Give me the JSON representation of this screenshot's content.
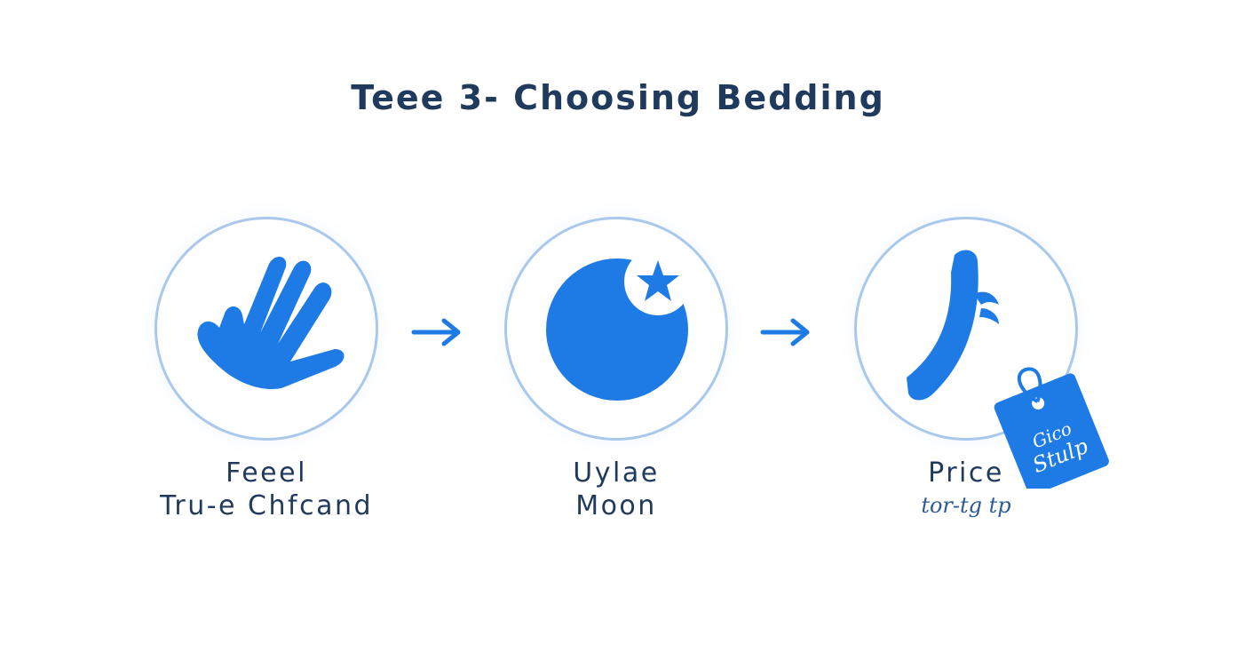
{
  "title": "Teee 3- Choosing Bedding",
  "colors": {
    "title_text": "#1f3a5c",
    "icon_blue": "#1e7be6",
    "circle_border": "#a9c8ec",
    "label_text": "#1f3a5c"
  },
  "steps": [
    {
      "icon": "hand-icon",
      "label_line1": "Feeel",
      "label_line2": "Tru-e Chfcand"
    },
    {
      "icon": "moon-star-icon",
      "label_line1": "Uylae",
      "label_line2": "Moon"
    },
    {
      "icon": "pillow-price-tag-icon",
      "label_line1": "Price",
      "label_line2": "tor-tg tp",
      "tag_line1": "Gico",
      "tag_line2": "Stulp"
    }
  ],
  "arrows": [
    {
      "icon": "arrow-right-icon"
    },
    {
      "icon": "arrow-right-icon"
    }
  ]
}
